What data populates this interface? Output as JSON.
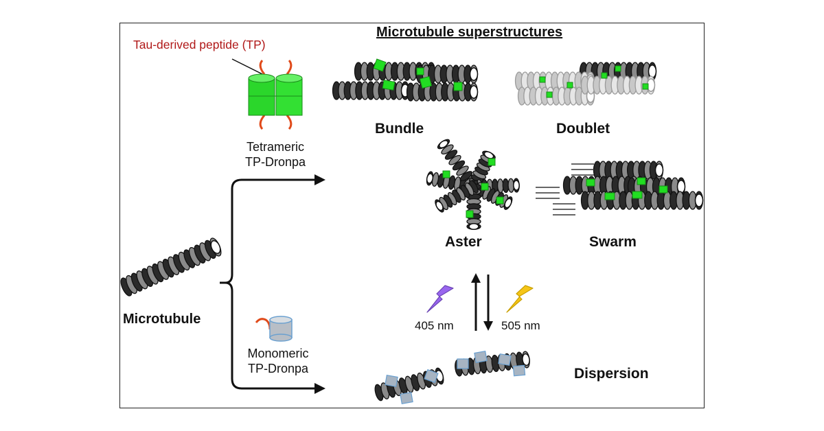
{
  "title": "Microtubule superstructures",
  "peptide_label": "Tau-derived peptide (TP)",
  "tetrameric_label": [
    "Tetrameric",
    "TP-Dronpa"
  ],
  "monomeric_label": [
    "Monomeric",
    "TP-Dronpa"
  ],
  "microtubule_label": "Microtubule",
  "structures": {
    "bundle": "Bundle",
    "doublet": "Doublet",
    "aster": "Aster",
    "swarm": "Swarm",
    "dispersion": "Dispersion"
  },
  "light": {
    "violet": "405 nm",
    "yellow": "505 nm"
  },
  "colors": {
    "green": "#22dd22",
    "peptide": "#e04a1a",
    "violet": "#9966ee",
    "yellow": "#f5c518",
    "monomer": "#a7b4c2",
    "label_red": "#b01818"
  }
}
